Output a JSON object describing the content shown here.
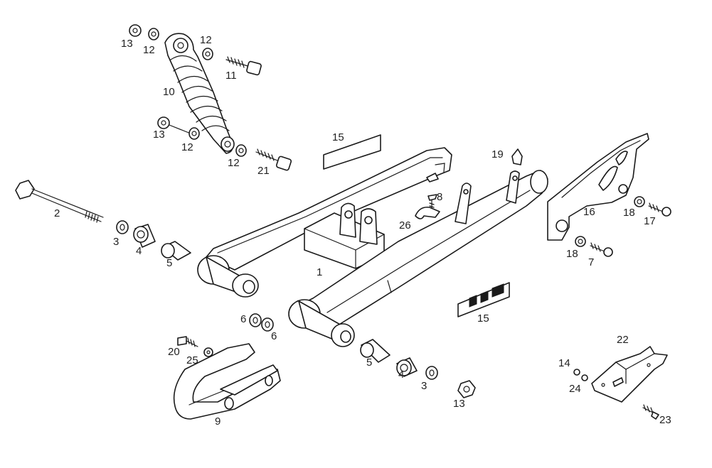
{
  "diagram": {
    "callouts": [
      {
        "id": "c13a",
        "text": "13"
      },
      {
        "id": "c12a",
        "text": "12"
      },
      {
        "id": "c12b",
        "text": "12"
      },
      {
        "id": "c11",
        "text": "11"
      },
      {
        "id": "c10",
        "text": "10"
      },
      {
        "id": "c13b",
        "text": "13"
      },
      {
        "id": "c12c",
        "text": "12"
      },
      {
        "id": "c12d",
        "text": "12"
      },
      {
        "id": "c21",
        "text": "21"
      },
      {
        "id": "c15a",
        "text": "15"
      },
      {
        "id": "c19",
        "text": "19"
      },
      {
        "id": "c8",
        "text": "8"
      },
      {
        "id": "c26",
        "text": "26"
      },
      {
        "id": "c16",
        "text": "16"
      },
      {
        "id": "c18a",
        "text": "18"
      },
      {
        "id": "c17",
        "text": "17"
      },
      {
        "id": "c18b",
        "text": "18"
      },
      {
        "id": "c7",
        "text": "7"
      },
      {
        "id": "c2",
        "text": "2"
      },
      {
        "id": "c3a",
        "text": "3"
      },
      {
        "id": "c4a",
        "text": "4"
      },
      {
        "id": "c5a",
        "text": "5"
      },
      {
        "id": "c1",
        "text": "1"
      },
      {
        "id": "c15b",
        "text": "15"
      },
      {
        "id": "c6a",
        "text": "6"
      },
      {
        "id": "c6b",
        "text": "6"
      },
      {
        "id": "c20",
        "text": "20"
      },
      {
        "id": "c25",
        "text": "25"
      },
      {
        "id": "c9",
        "text": "9"
      },
      {
        "id": "c5b",
        "text": "5"
      },
      {
        "id": "c4b",
        "text": "4"
      },
      {
        "id": "c3b",
        "text": "3"
      },
      {
        "id": "c13c",
        "text": "13"
      },
      {
        "id": "c22",
        "text": "22"
      },
      {
        "id": "c14",
        "text": "14"
      },
      {
        "id": "c24",
        "text": "24"
      },
      {
        "id": "c23",
        "text": "23"
      }
    ]
  }
}
